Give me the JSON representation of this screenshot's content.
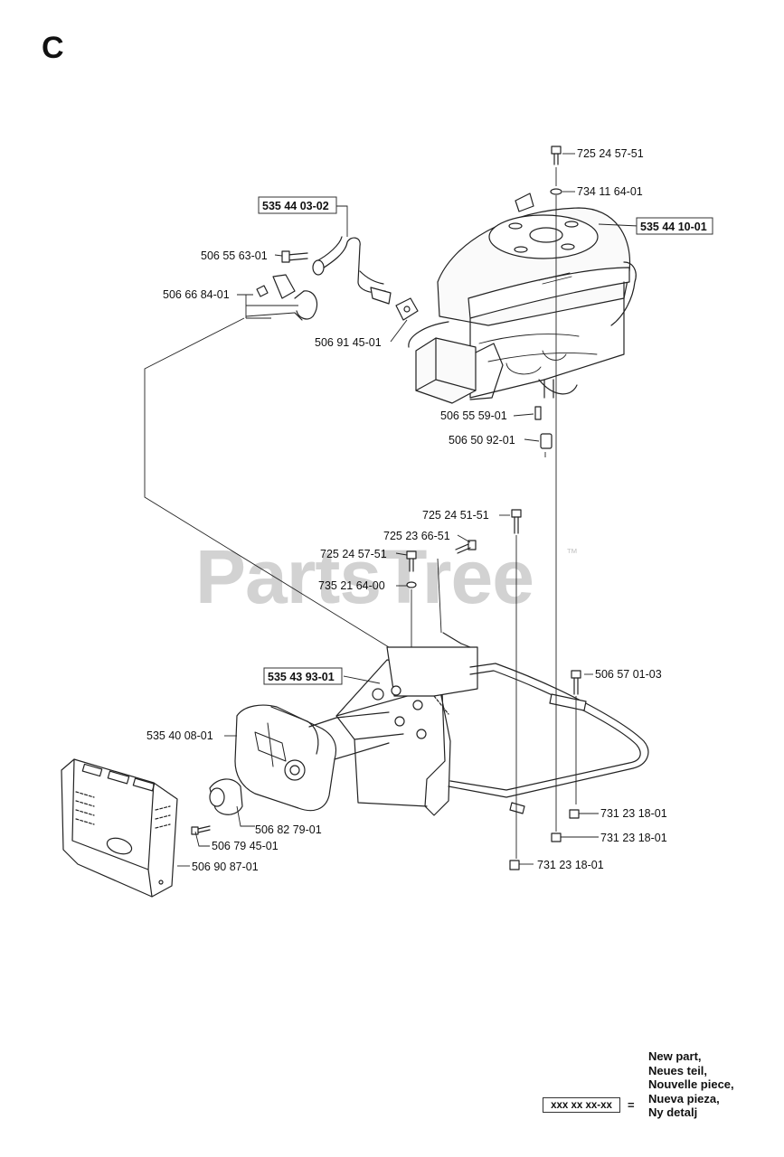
{
  "section_letter": "C",
  "watermark": "PartsTree",
  "watermark_tm": "™",
  "legend": {
    "lines": [
      "New part,",
      "Neues teil,",
      "Nouvelle piece,",
      "Nueva pieza,",
      "Ny detalj"
    ],
    "box_text": "xxx xx xx-xx",
    "equals": "="
  },
  "parts": [
    {
      "id": "p1",
      "number": "725 24 57-51",
      "new": false
    },
    {
      "id": "p2",
      "number": "734 11 64-01",
      "new": false
    },
    {
      "id": "p3",
      "number": "535 44 10-01",
      "new": true
    },
    {
      "id": "p4",
      "number": "535 44 03-02",
      "new": true
    },
    {
      "id": "p5",
      "number": "506 55 63-01",
      "new": false
    },
    {
      "id": "p6",
      "number": "506 66 84-01",
      "new": false
    },
    {
      "id": "p7",
      "number": "506 91 45-01",
      "new": false
    },
    {
      "id": "p8",
      "number": "506 55 59-01",
      "new": false
    },
    {
      "id": "p9",
      "number": "506 50 92-01",
      "new": false
    },
    {
      "id": "p10",
      "number": "725 24 51-51",
      "new": false
    },
    {
      "id": "p11",
      "number": "725 23 66-51",
      "new": false
    },
    {
      "id": "p12",
      "number": "725 24 57-51",
      "new": false
    },
    {
      "id": "p13",
      "number": "735 21 64-00",
      "new": false
    },
    {
      "id": "p14",
      "number": "535 43 93-01",
      "new": true
    },
    {
      "id": "p15",
      "number": "506 57 01-03",
      "new": false
    },
    {
      "id": "p16",
      "number": "535 40 08-01",
      "new": false
    },
    {
      "id": "p17",
      "number": "731 23 18-01",
      "new": false
    },
    {
      "id": "p18",
      "number": "731 23 18-01",
      "new": false
    },
    {
      "id": "p19",
      "number": "506 82 79-01",
      "new": false
    },
    {
      "id": "p20",
      "number": "506 79 45-01",
      "new": false
    },
    {
      "id": "p21",
      "number": "731 23 18-01",
      "new": false
    },
    {
      "id": "p22",
      "number": "506 90 87-01",
      "new": false
    }
  ]
}
